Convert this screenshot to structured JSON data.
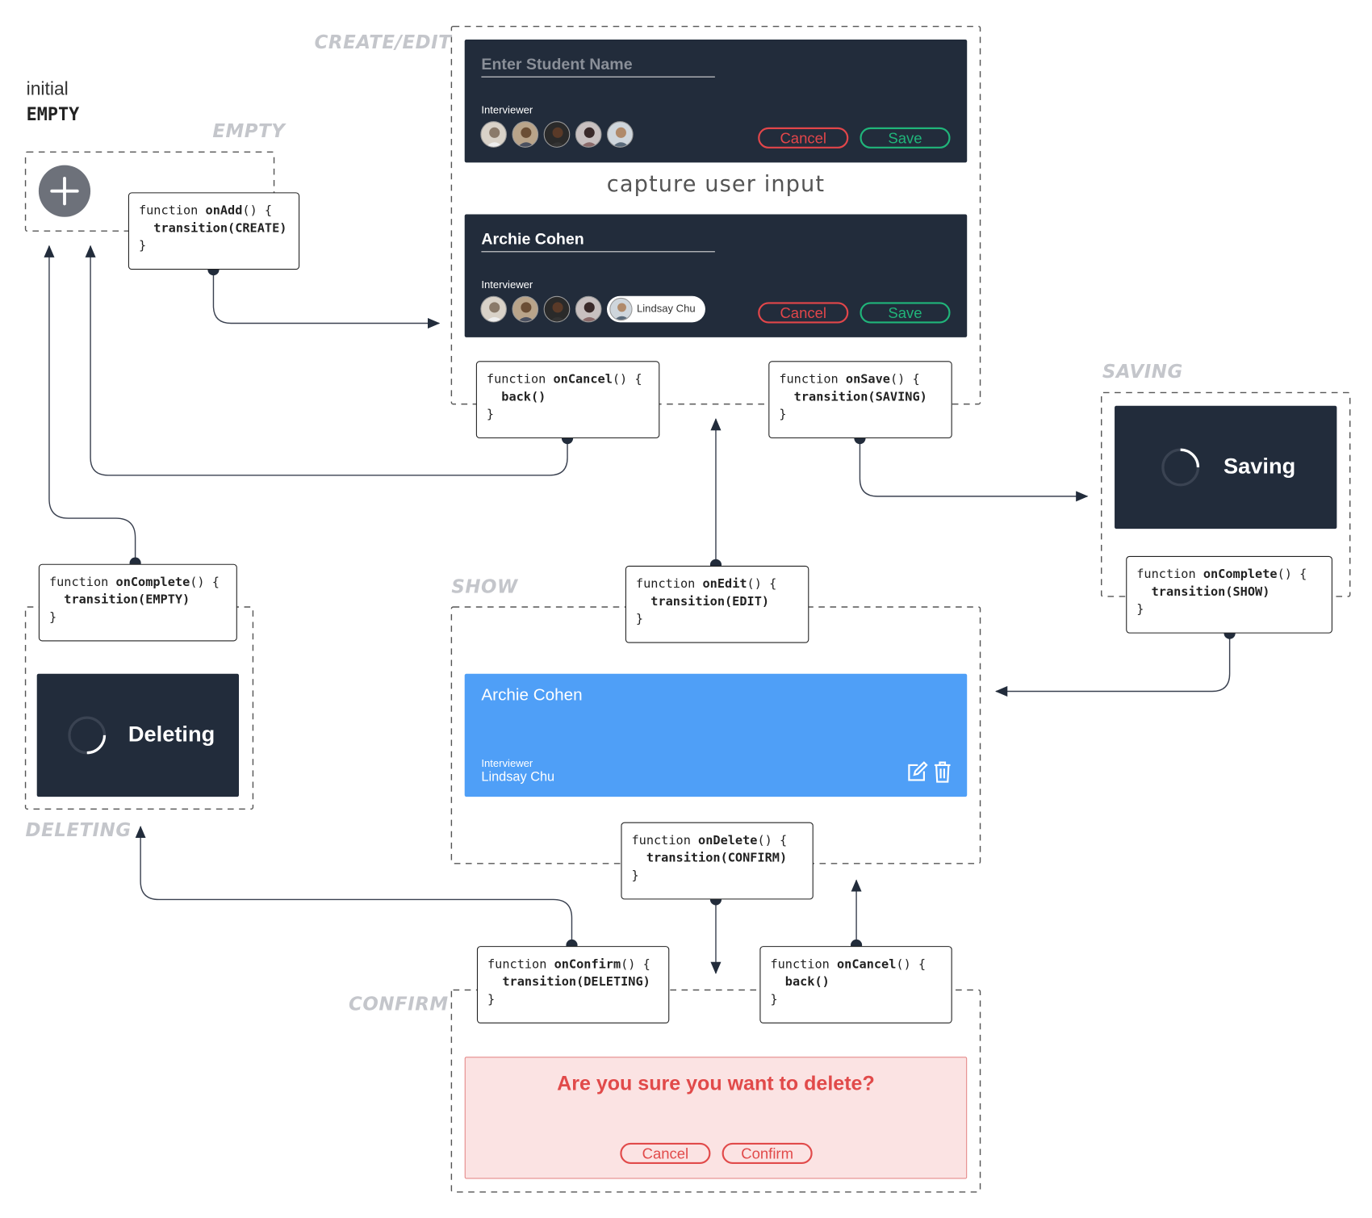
{
  "initial": {
    "line1": "initial",
    "line2": "EMPTY"
  },
  "states": {
    "empty": "EMPTY",
    "create_edit": "CREATE/EDIT",
    "saving": "SAVING",
    "show": "SHOW",
    "deleting": "DELETING",
    "confirm": "CONFIRM"
  },
  "create_form": {
    "placeholder": "Enter Student Name",
    "interviewer_label": "Interviewer",
    "cancel": "Cancel",
    "save": "Save"
  },
  "capture_caption": "capture user input",
  "edit_form": {
    "name": "Archie Cohen",
    "interviewer_label": "Interviewer",
    "selected_interviewer": "Lindsay Chu",
    "cancel": "Cancel",
    "save": "Save"
  },
  "saving_panel": {
    "text": "Saving"
  },
  "deleting_panel": {
    "text": "Deleting"
  },
  "show_card": {
    "name": "Archie Cohen",
    "interviewer_label": "Interviewer",
    "interviewer": "Lindsay Chu"
  },
  "confirm_panel": {
    "message": "Are you sure you want to delete?",
    "cancel": "Cancel",
    "confirm": "Confirm"
  },
  "functions": {
    "onAdd": {
      "kw": "function",
      "name": "onAdd",
      "args": "() {",
      "body": "transition(CREATE)",
      "close": "}"
    },
    "onCancel1": {
      "kw": "function",
      "name": "onCancel",
      "args": "() {",
      "body": "back()",
      "close": "}"
    },
    "onSave": {
      "kw": "function",
      "name": "onSave",
      "args": "() {",
      "body": "transition(SAVING)",
      "close": "}"
    },
    "onComplete1": {
      "kw": "function",
      "name": "onComplete",
      "args": "() {",
      "body": "transition(SHOW)",
      "close": "}"
    },
    "onEdit": {
      "kw": "function",
      "name": "onEdit",
      "args": "() {",
      "body": "transition(EDIT)",
      "close": "}"
    },
    "onComplete2": {
      "kw": "function",
      "name": "onComplete",
      "args": "() {",
      "body": "transition(EMPTY)",
      "close": "}"
    },
    "onDelete": {
      "kw": "function",
      "name": "onDelete",
      "args": "() {",
      "body": "transition(CONFIRM)",
      "close": "}"
    },
    "onConfirm": {
      "kw": "function",
      "name": "onConfirm",
      "args": "() {",
      "body": "transition(DELETING)",
      "close": "}"
    },
    "onCancel2": {
      "kw": "function",
      "name": "onCancel",
      "args": "() {",
      "body": "back()",
      "close": "}"
    }
  },
  "colors": {
    "panel": "#222c3b",
    "show_card": "#4f9ff7",
    "cancel": "#e2464a",
    "save": "#20b57a",
    "confirm_bg": "#fbe3e3",
    "state_label": "#c4c6cb"
  },
  "icons": [
    "plus-icon",
    "spinner-icon",
    "edit-icon",
    "trash-icon",
    "avatar-icon"
  ]
}
